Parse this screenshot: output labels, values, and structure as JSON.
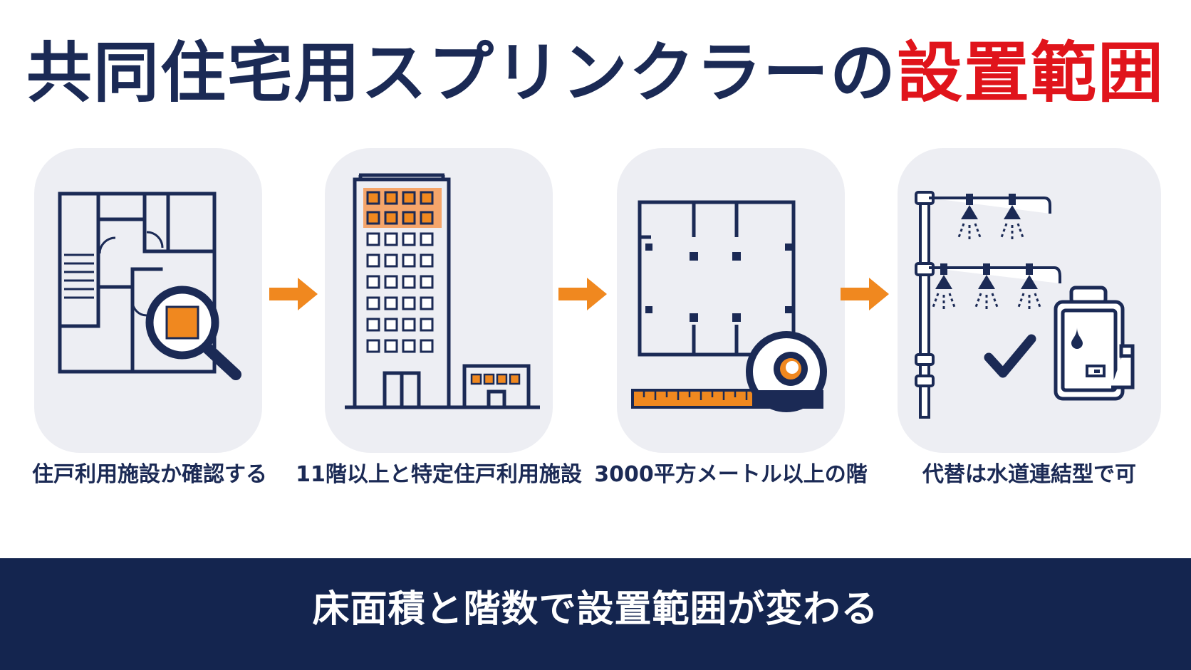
{
  "title": {
    "main": "共同住宅用スプリンクラーの",
    "accent": "設置範囲"
  },
  "steps": [
    {
      "caption": "住戸利用施設か確認する",
      "icon": "floor-plan-magnifier-icon"
    },
    {
      "caption": "11階以上と特定住戸利用施設",
      "icon": "high-rise-building-icon"
    },
    {
      "caption": "3000平方メートル以上の階",
      "icon": "floor-area-tape-measure-icon"
    },
    {
      "caption": "代替は水道連結型で可",
      "icon": "water-connected-sprinkler-icon"
    }
  ],
  "arrow_icon": "right-arrow-icon",
  "banner": {
    "text": "床面積と階数で設置範囲が変わる"
  },
  "colors": {
    "navy": "#1b2a55",
    "red": "#e0141b",
    "orange": "#f0881f",
    "card_bg": "#edeef3",
    "banner_bg": "#14254f"
  }
}
